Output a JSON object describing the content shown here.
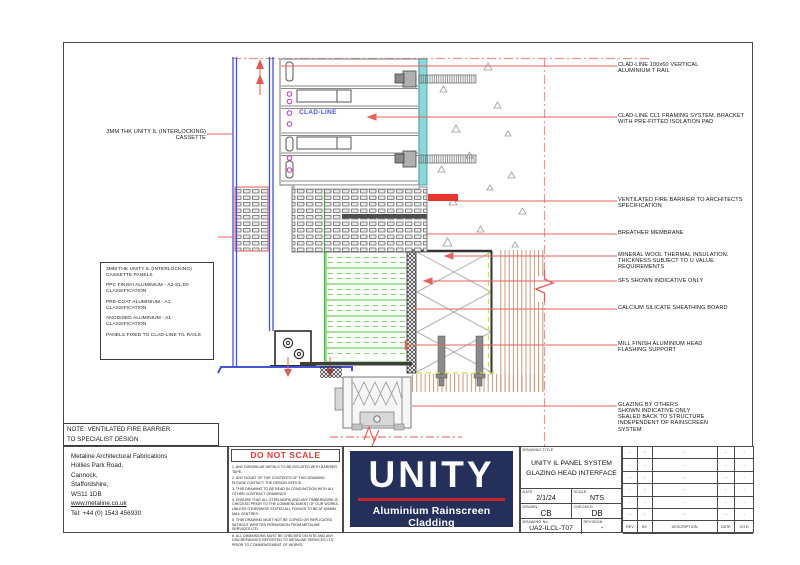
{
  "annotations": {
    "left_cassette": {
      "l0": "3MM THK UNITY IL (INTERLOCKING)",
      "l1": "CASSETTE"
    },
    "clad_line_label": "CLAD-LINE",
    "right": [
      {
        "l0": "CLAD-LINE 100x60 VERTICAL",
        "l1": "ALUMINIUM T RAIL"
      },
      {
        "l0": "CLAD-LINE CL1 FRAMING SYSTEM. BRACKET",
        "l1": "WITH PRE-FITTED ISOLATION PAD"
      },
      {
        "l0": "VENTILATED FIRE BARRIER TO ARCHITECTS",
        "l1": "SPECIFICATION"
      },
      {
        "l0": "BREATHER MEMBRANE"
      },
      {
        "l0": "MINERAL WOOL THERMAL INSULATION.",
        "l1": "THICKNESS SUBJECT TO U VALUE",
        "l2": "REQUIREMENTS"
      },
      {
        "l0": "SFS SHOWN INDICATIVE ONLY"
      },
      {
        "l0": "CALCIUM SILICATE SHEATHING BOARD"
      },
      {
        "l0": "MILL FINISH ALUMINIUM HEAD",
        "l1": "FLASHING SUPPORT"
      },
      {
        "l0": "GLAZING BY OTHERS",
        "l1": "SHOWN INDICATIVE ONLY",
        "l2": "SEALED BACK TO STRUCTURE",
        "l3": "INDEPENDENT OF RAINSCREEN",
        "l4": "SYSTEM"
      }
    ],
    "spec_box": [
      "3MM THK UNITY IL (INTERLOCKING) CASSETTE PANELS",
      "PPC FINISH ALUMINIUM - A2-S1,D0 CLASSIFICATION",
      "PRE-COAT ALUMINIUM - A1 CLASSIFICATION",
      "ANODISED ALUMINIUM - A1 CLASSIFICATION",
      "PANELS FIXED TO CLAD-LINE T/L RAILS"
    ],
    "note_box": {
      "l0": "NOTE: VENTILATED FIRE BARRIER",
      "l1": "TO SPECIALIST DESIGN"
    }
  },
  "address": {
    "lines": [
      "Metaline Architectural Fabrications",
      "Hollies Park Road,",
      "Cannock,",
      "Staffordshire,",
      "WS11 1DB",
      "www.metaline.co.uk",
      "Tel: +44 (0) 1543 456930"
    ]
  },
  "do_not_scale": {
    "title": "DO NOT SCALE",
    "notes": [
      "1.  ANY DISSIMILAR METALS TO BE ISOLATED WITH BARRIER TAPE.",
      "2.  ANY DOUBT OF THE CONTENTS OF THIS DRAWING PLEASE CONTACT THE DESIGN OFFICE.",
      "3.  THIS DRAWING TO BE READ IN CONJUNCTION WITH ALL OTHER CONTRACT DRAWINGS.",
      "4.  ENSURE THAT ALL STEELWORK AND ANY TIMBERWORK IS CHECKED PRIOR TO THE COMMENCEMENT OF OUR WORKS. UNLESS OTHERWISE STATED ALL FIXINGS TO BE AT 600MM MAX CENTRES.",
      "5.  THIS DRAWING MUST NOT BE COPIED OR REPLICATED WITHOUT WRITTEN PERMISSION FROM METALINE SERVICES LTD.",
      "6.  ALL DIMENSIONS MUST BE CHECKED ON SITE AND ANY DISCREPANCIES REPORTED TO METALINE SERVICES LTD PRIOR TO COMMENCEMENT OF WORKS."
    ]
  },
  "logo": {
    "name": "UNITY",
    "tagline": "Aluminium Rainscreen Cladding"
  },
  "title_block": {
    "label": "DRAWING TITLE",
    "title_line1": "UNITY IL PANEL SYSTEM",
    "title_line2": "GLAZING HEAD INTERFACE",
    "date_label": "DATE",
    "date": "2/1/24",
    "scale_label": "SCALE",
    "scale": "NTS",
    "drawn_label": "DRAWN",
    "drawn": "CB",
    "checked_label": "CHECKED",
    "checked": "DB",
    "drawing_no_label": "DRAWING No.",
    "drawing_no": "UA2-ILCL-T07",
    "revision_label": "REVISION",
    "revision": "-"
  },
  "revision_table": {
    "headers": [
      "REV",
      "BY",
      "DESCRIPTION",
      "DATE",
      "CH'D"
    ],
    "data_rows": 6,
    "placeholder": "-"
  },
  "colors": {
    "leader_red": "#e8625c",
    "cassette_blue": "#4553d6",
    "centerline_green": "#49c53c",
    "isolation_cyan": "#8fd7d7",
    "fixing_magenta": "#b23ab2",
    "logo_navy": "#25305a",
    "logo_red": "#c0272d",
    "structure_brown": "#c69a7c",
    "sfs_yellow": "#ddd83a"
  }
}
